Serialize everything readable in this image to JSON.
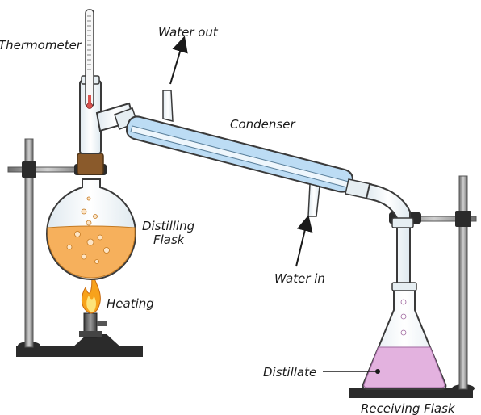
{
  "labels": {
    "thermometer": "Thermometer",
    "water_out": "Water out",
    "condenser": "Condenser",
    "distilling_flask_line1": "Distilling",
    "distilling_flask_line2": "Flask",
    "heating": "Heating",
    "water_in": "Water in",
    "distillate": "Distillate",
    "receiving_flask": "Receiving Flask"
  },
  "colors": {
    "glass": "#f2f7fa",
    "glass_stroke": "#3a3a3a",
    "liquid_orange": "#f6b05c",
    "condenser_water": "#bcdcf4",
    "distillate": "#e3b2df",
    "stand_metal": "#9a9a9a",
    "stand_dark": "#2b2b2b",
    "cork": "#8a5a2b",
    "flame_outer": "#f7a21b",
    "flame_inner": "#fde37a"
  }
}
